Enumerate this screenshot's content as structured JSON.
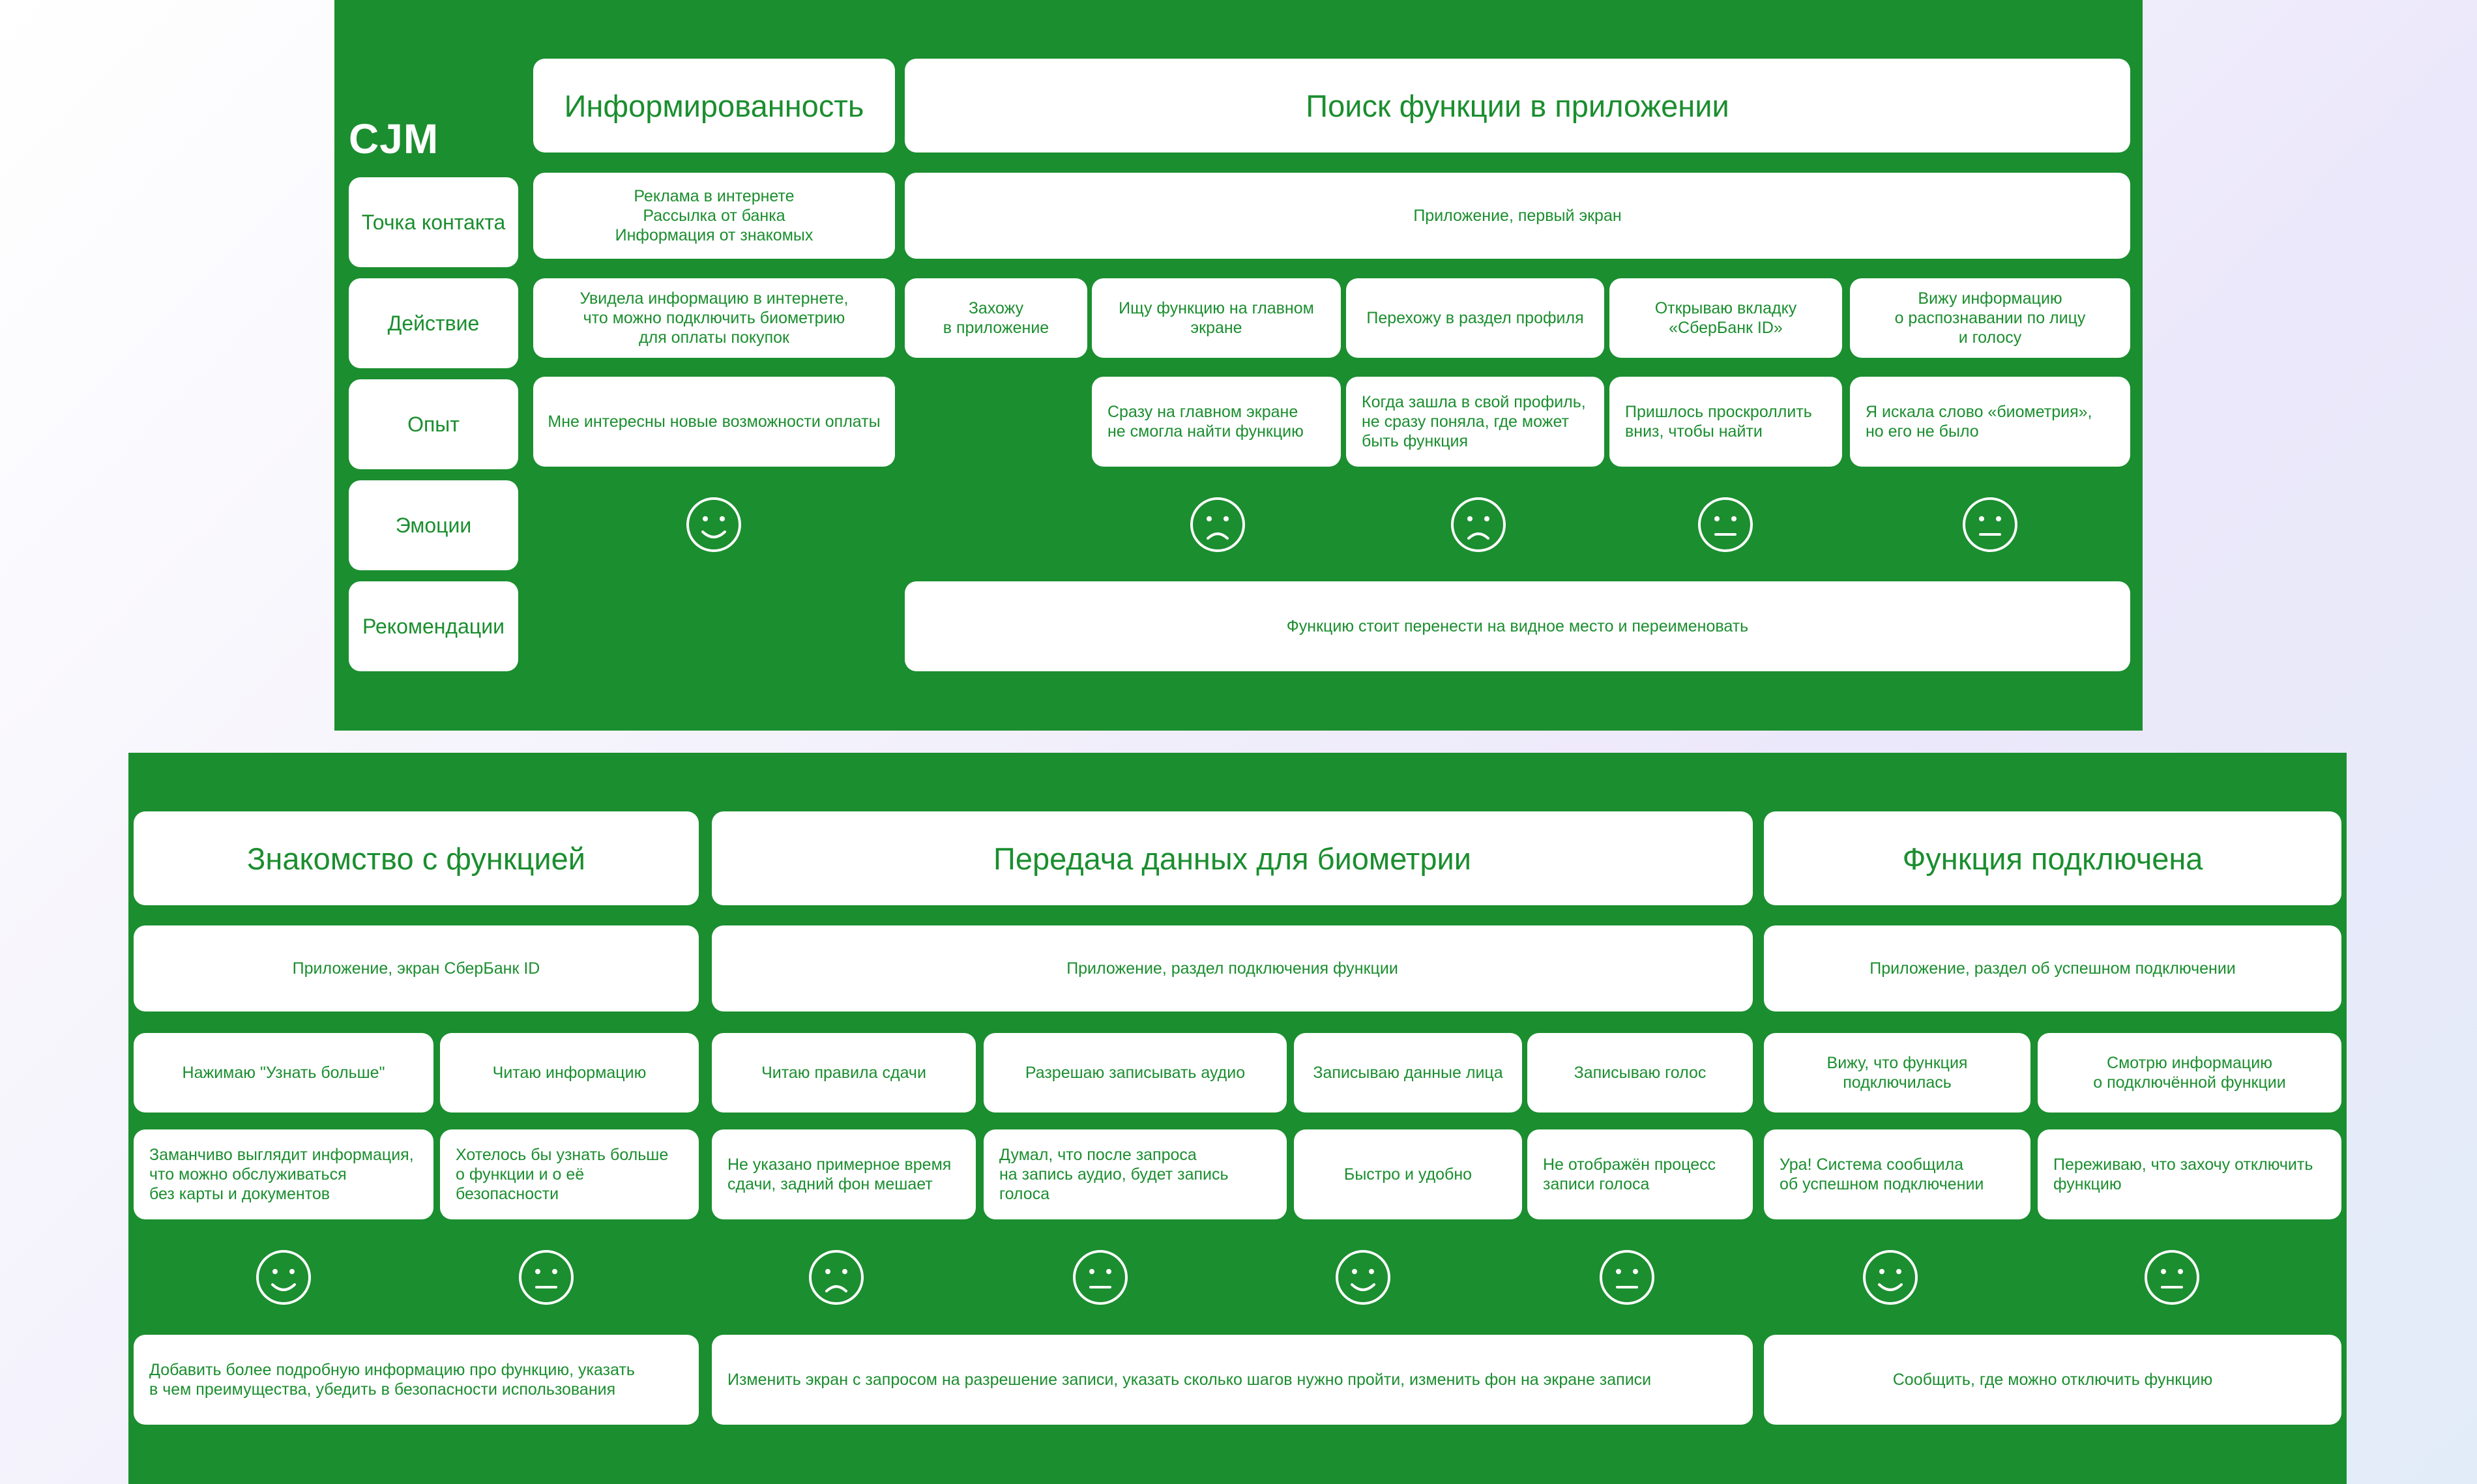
{
  "top": {
    "title": "CJM",
    "row_labels": [
      "Точка контакта",
      "Действие",
      "Опыт",
      "Эмоции",
      "Рекомендации"
    ],
    "stages": [
      {
        "title": "Информированность",
        "touchpoint": "Реклама в интернете\nРассылка от банка\nИнформация от знакомых"
      },
      {
        "title": "Поиск функции в приложении",
        "touchpoint": "Приложение, первый экран",
        "recommendation": "Функцию стоит перенести на видное место и переименовать"
      }
    ],
    "actions": [
      "Увидела информацию в интернете,\nчто можно подключить биометрию\nдля оплаты покупок",
      "Захожу\nв приложение",
      "Ищу функцию на главном\nэкране",
      "Перехожу в раздел профиля",
      "Открываю вкладку\n«СберБанк ID»",
      "Вижу информацию\nо распознавании по лицу\nи голосу"
    ],
    "experiences": [
      "Мне интересны новые возможности оплаты",
      "Сразу на главном экране\nне смогла найти функцию",
      "Когда зашла в свой профиль,\nне сразу поняла, где может\nбыть функция",
      "Пришлось проскроллить\nвниз, чтобы найти",
      "Я искала слово «биометрия»,\nно его не было"
    ],
    "emotions": [
      "happy",
      "sad",
      "sad",
      "neutral",
      "neutral"
    ]
  },
  "bottom": {
    "stages": [
      {
        "title": "Знакомство с функцией",
        "touchpoint": "Приложение, экран СберБанк ID",
        "recommendation": "Добавить более подробную информацию про функцию, указать\nв чем преимущества, убедить в безопасности использования"
      },
      {
        "title": "Передача данных для биометрии",
        "touchpoint": "Приложение, раздел подключения функции",
        "recommendation": "Изменить экран с запросом на разрешение записи, указать сколько шагов нужно пройти, изменить фон на экране записи"
      },
      {
        "title": "Функция подключена",
        "touchpoint": "Приложение, раздел об успешном подключении",
        "recommendation": "Сообщить, где можно отключить функцию"
      }
    ],
    "actions": [
      "Нажимаю \"Узнать больше\"",
      "Читаю информацию",
      "Читаю правила сдачи",
      "Разрешаю записывать аудио",
      "Записываю данные лица",
      "Записываю голос",
      "Вижу, что функция\nподключилась",
      "Смотрю информацию\nо подключённой функции"
    ],
    "experiences": [
      "Заманчиво выглядит информация,\nчто можно обслуживаться\nбез карты и документов",
      "Хотелось бы узнать больше\nо функции и о её безопасности",
      "Не указано примерное время\nсдачи, задний фон мешает",
      "Думал, что после запроса\nна запись аудио, будет запись\nголоса",
      "Быстро и удобно",
      "Не отображён процесс\nзаписи голоса",
      "Ура! Система сообщила\nоб успешном подключении",
      "Переживаю, что захочу отключить\nфункцию"
    ],
    "emotions": [
      "happy",
      "neutral",
      "sad",
      "neutral",
      "happy",
      "neutral",
      "happy",
      "neutral"
    ]
  }
}
